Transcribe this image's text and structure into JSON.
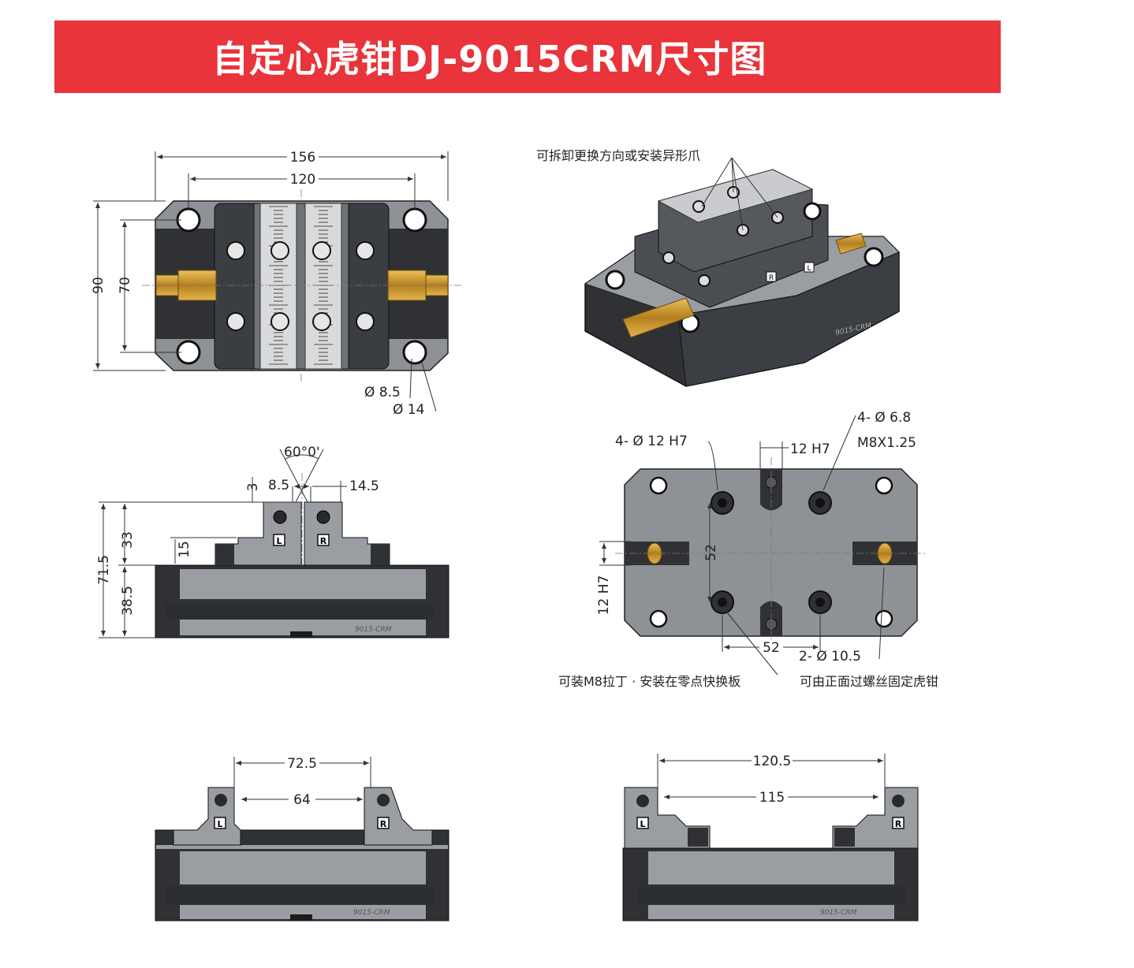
{
  "title": "自定心虎钳DJ-9015CRM尺寸图",
  "colors": {
    "banner": "#e8343a",
    "body_dark": "#2f3135",
    "body_gray": "#8e9196",
    "body_light": "#b9bcc0",
    "brass": "#c9962e"
  },
  "top_view": {
    "dim_length": "156",
    "dim_jaw": "120",
    "dim_height": "90",
    "dim_inner": "70",
    "dia_hole": "Ø 8.5",
    "dia_counterbore": "Ø 14"
  },
  "iso_view": {
    "note_jaws": "可拆卸更换方向或安装异形爪"
  },
  "front_view": {
    "angle": "60°0'",
    "dim_3": "3",
    "dim_8_5": "8.5",
    "dim_14_5": "14.5",
    "dim_33": "33",
    "dim_15": "15",
    "dim_71_5": "71.5",
    "dim_38_5": "38.5"
  },
  "bottom_view": {
    "pin_holes": "4- Ø 12 H7",
    "slot_width": "12 H7",
    "thread_holes": "4- Ø 6.8",
    "thread_spec": "M8X1.25",
    "dim_52_v": "52",
    "dim_12h7_v": "12 H7",
    "dim_52_h": "52",
    "through_holes": "2- Ø 10.5",
    "note_left": "可装M8拉丁 · 安装在零点快换板",
    "note_right": "可由正面过螺丝固定虎钳"
  },
  "side_open_view": {
    "dim_outer": "72.5",
    "dim_inner": "64"
  },
  "side_wide_view": {
    "dim_outer": "120.5",
    "dim_inner": "115"
  },
  "jaw_labels": {
    "left": "L",
    "right": "R"
  },
  "body_marking": "9015-CRM"
}
